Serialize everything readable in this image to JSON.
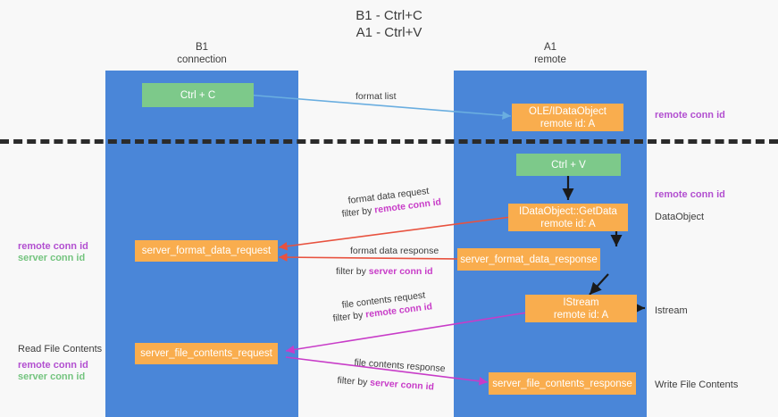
{
  "title": "B1 - Ctrl+C\nA1 - Ctrl+V",
  "lanes": [
    {
      "name": "b1",
      "label": "B1\nconnection",
      "color": "#4a86d8"
    },
    {
      "name": "a1",
      "label": "A1\nremote",
      "color": "#4a86d8"
    }
  ],
  "colors": {
    "lane": "#4a86d8",
    "green_box": "#7dc98a",
    "orange_box": "#f9ad4e",
    "purple_text": "#b24fd0",
    "green_text": "#74c47f",
    "divider": "#2b2b2b",
    "arrow_blue": "#6aaee0",
    "arrow_red": "#e8523f",
    "arrow_magenta": "#c83cc8",
    "arrow_black": "#1a1a1a"
  },
  "boxes": [
    {
      "id": "ctrl-c",
      "label": "Ctrl + C"
    },
    {
      "id": "idataobject-remote",
      "label": "OLE/IDataObject\nremote id: A"
    },
    {
      "id": "ctrl-v",
      "label": "Ctrl + V"
    },
    {
      "id": "idataobject-getdata",
      "label": "IDataObject::GetData\nremote id: A"
    },
    {
      "id": "server-format-data-request",
      "label": "server_format_data_request"
    },
    {
      "id": "server-format-data-response",
      "label": "server_format_data_response"
    },
    {
      "id": "istream-remote",
      "label": "IStream\nremote id: A"
    },
    {
      "id": "server-file-contents-request",
      "label": "server_file_contents_request"
    },
    {
      "id": "server-file-contents-response",
      "label": "server_file_contents_response"
    }
  ],
  "side_labels": {
    "right_remote_conn_id_1": "remote conn id",
    "right_remote_conn_id_2": "remote conn id",
    "right_dataobject": "DataObject",
    "right_istream": "Istream",
    "right_write_file_contents": "Write File Contents",
    "left_remote_conn_id": "remote conn id",
    "left_server_conn_id": "server conn id",
    "left_read_file_contents": "Read File Contents",
    "left_remote_conn_id_2": "remote conn id",
    "left_server_conn_id_2": "server conn id"
  },
  "edge_labels": {
    "format_list": "format list",
    "format_data_request": "format data request",
    "format_data_request_filter_plain": "filter by ",
    "format_data_request_filter_hl": "remote conn id",
    "format_data_response": "format data response",
    "format_data_response_filter_plain": "filter by ",
    "format_data_response_filter_hl": "server conn id",
    "file_contents_request": "file contents request",
    "file_contents_request_filter_plain": "filter by ",
    "file_contents_request_filter_hl": "remote conn id",
    "file_contents_response": "file contents response",
    "file_contents_response_filter_plain": "filter by ",
    "file_contents_response_filter_hl": "server conn id"
  }
}
